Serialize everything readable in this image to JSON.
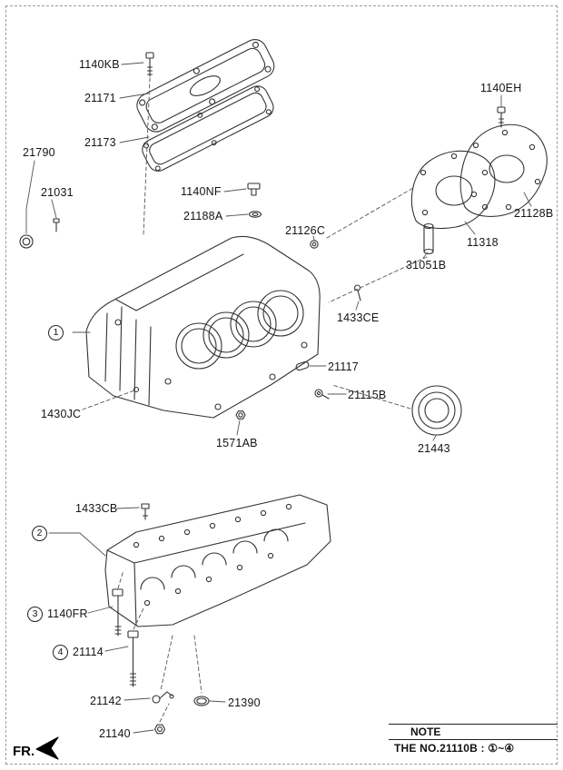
{
  "parts": {
    "p1140KB": "1140KB",
    "p21171": "21171",
    "p21173": "21173",
    "p21790": "21790",
    "p21031": "21031",
    "p1140NF": "1140NF",
    "p21188A": "21188A",
    "p21126C": "21126C",
    "p1140EH": "1140EH",
    "p21128B": "21128B",
    "p11318": "11318",
    "p31051B": "31051B",
    "p1433CE": "1433CE",
    "p21117": "21117",
    "p21115B": "21115B",
    "p1430JC": "1430JC",
    "p1571AB": "1571AB",
    "p21443": "21443",
    "p1433CB": "1433CB",
    "p1140FR": "1140FR",
    "p21114": "21114",
    "p21142": "21142",
    "p21140": "21140",
    "p21390": "21390"
  },
  "callouts": {
    "c1": "1",
    "c2": "2",
    "c3": "3",
    "c4": "4"
  },
  "fr_label": "FR.",
  "note": {
    "title": "NOTE",
    "body": "THE NO.21110B : ①~④"
  },
  "colors": {
    "line": "#333333",
    "text": "#141414"
  }
}
